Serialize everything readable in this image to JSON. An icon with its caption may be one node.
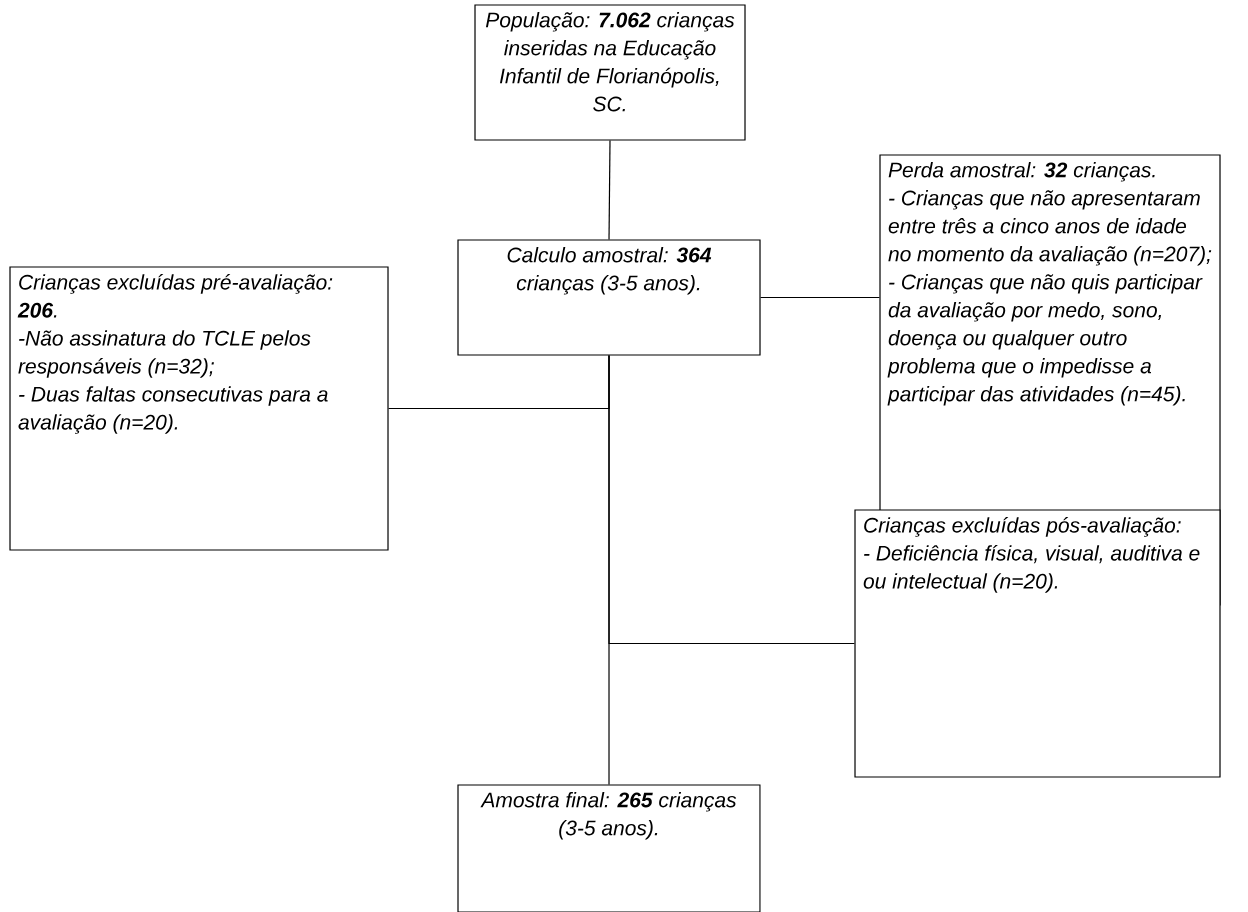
{
  "diagram": {
    "nodes": [
      {
        "text": [
          "População: **7.062** crianças inseridas na Educação Infantil de Florianópolis, SC."
        ]
      },
      {
        "text": [
          "Calculo amostral: **364** crianças (3-5 anos)."
        ]
      },
      {
        "text": [
          "Perda amostral: **32** crianças.",
          "- Crianças que não apresentaram entre três a cinco anos de idade no momento da avaliação (n=207);",
          "- Crianças que não quis participar da avaliação por medo, sono, doença ou qualquer outro problema que o impedisse a participar das atividades (n=45)."
        ]
      },
      {
        "text": [
          "Crianças excluídas pré-avaliação: **206**.",
          "-Não assinatura do TCLE pelos responsáveis (n=32);",
          "- Duas faltas consecutivas para a avaliação (n=20)."
        ]
      },
      {
        "text": [
          "Crianças excluídas pós-avaliação:",
          "- Deficiência física, visual, auditiva e ou intelectual (n=20)."
        ]
      },
      {
        "text": [
          "Amostra final: **265** crianças (3-5 anos)."
        ]
      }
    ],
    "edges": [
      {
        "from": 0,
        "to": 1,
        "arrow": "none"
      },
      {
        "from": 1,
        "to": 2,
        "arrow": "none"
      },
      {
        "from": 1,
        "to": 3,
        "arrow": "none"
      },
      {
        "from": 1,
        "to": 4,
        "arrow": "none"
      },
      {
        "from": 1,
        "to": 5,
        "arrow": "none"
      }
    ]
  }
}
